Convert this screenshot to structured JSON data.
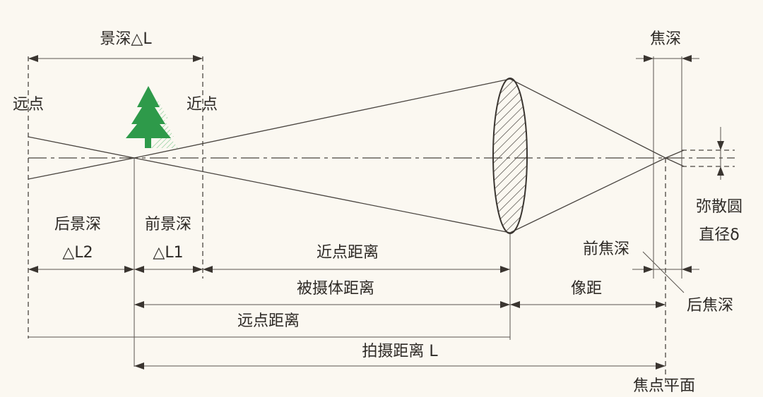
{
  "labels": {
    "depth_of_field": "景深△L",
    "focal_depth": "焦深",
    "near_point_left": "远点",
    "near_point_right": "近点",
    "rear_dof": "后景深",
    "rear_dof_symbol": "△L2",
    "front_dof": "前景深",
    "front_dof_symbol": "△L1",
    "near_point_distance": "近点距离",
    "subject_distance": "被摄体距离",
    "far_point_distance": "远点距离",
    "shooting_distance": "拍摄距离 L",
    "image_distance": "像距",
    "front_focal_depth": "前焦深",
    "rear_focal_depth": "后焦深",
    "coc_line1": "弥散圆",
    "coc_line2": "直径δ",
    "focal_plane": "焦点平面"
  },
  "colors": {
    "line": "#4a4540",
    "text": "#2e2a26",
    "tree": "#2e9a4a",
    "tree_shadow": "#7fc98f",
    "lens_hatch": "#4a4540",
    "background": "#fbf8f1"
  },
  "icons": {
    "subject": "tree-icon",
    "lens": "lens-icon"
  }
}
